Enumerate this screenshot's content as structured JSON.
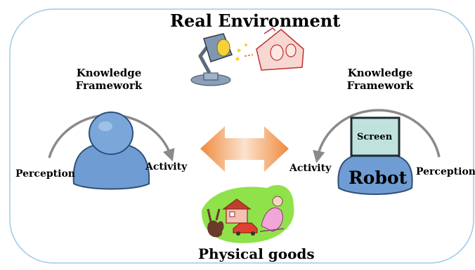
{
  "title": "Real Environment",
  "left_agent": {
    "framework_line1": "Knowledge",
    "framework_line2": "Framework",
    "perception": "Perception",
    "activity": "Activity"
  },
  "right_agent": {
    "framework_line1": "Knowledge",
    "framework_line2": "Framework",
    "perception": "Perception",
    "activity": "Activity",
    "robot_label": "Robot",
    "screen_label": "Screen"
  },
  "bottom_label": "Physical goods",
  "colors": {
    "border": "#9ec9e6",
    "person_blue": "#6f9dd3",
    "person_outline": "#2f4f78",
    "arrow_gray": "#8a8a8a",
    "robot_screen": "#bfe3dc",
    "arrow_orange": "#f0a060",
    "goods_green": "#8fe24a"
  },
  "icons": [
    "lamp-computer-icon",
    "person-icon",
    "robot-icon",
    "exchange-arrow-icon",
    "toys-icon"
  ]
}
